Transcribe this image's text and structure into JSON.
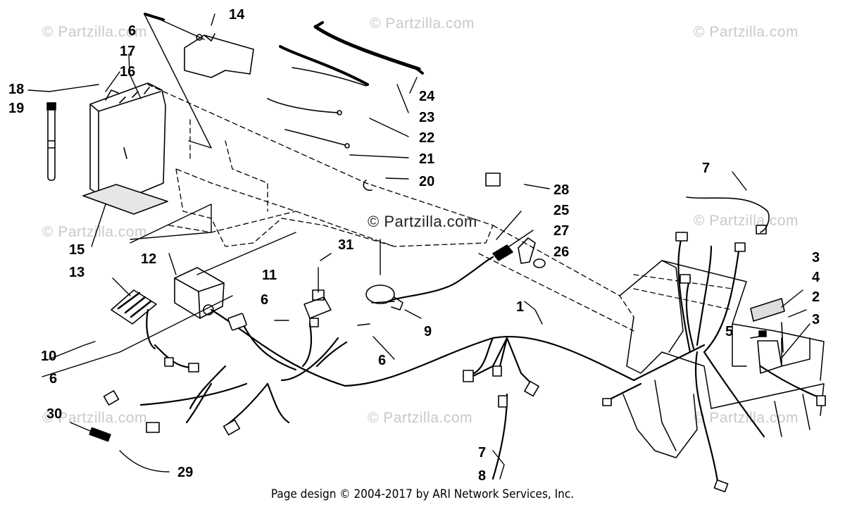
{
  "watermarks": {
    "text": "© Partzilla.com",
    "center_text": "© Partzilla.com"
  },
  "footer": {
    "text": "Page design © 2004-2017 by ARI Network Services, Inc."
  },
  "callouts": {
    "c1": "1",
    "c2": "2",
    "c3a": "3",
    "c3b": "3",
    "c4": "4",
    "c5": "5",
    "c6a": "6",
    "c6b": "6",
    "c6c": "6",
    "c6d": "6",
    "c7a": "7",
    "c7b": "7",
    "c8": "8",
    "c9": "9",
    "c10": "10",
    "c11": "11",
    "c12": "12",
    "c13": "13",
    "c14": "14",
    "c15": "15",
    "c16": "16",
    "c17": "17",
    "c18": "18",
    "c19": "19",
    "c20": "20",
    "c21": "21",
    "c22": "22",
    "c23": "23",
    "c24": "24",
    "c25": "25",
    "c26": "26",
    "c27": "27",
    "c28": "28",
    "c29": "29",
    "c30": "30",
    "c31": "31"
  }
}
